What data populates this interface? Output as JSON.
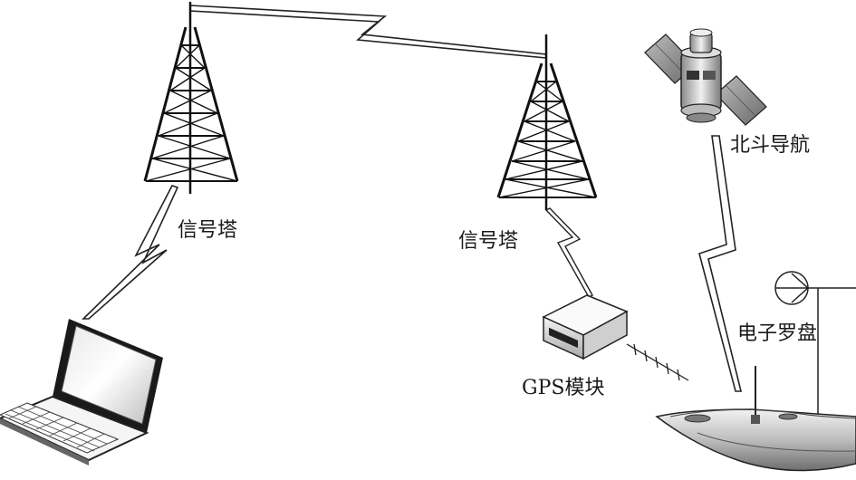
{
  "labels": {
    "tower_left": "信号塔",
    "tower_right": "信号塔",
    "beidou": "北斗导航",
    "compass": "电子罗盘",
    "gps_module": "GPS模块"
  },
  "icons": [
    "laptop-icon",
    "signal-tower-icon",
    "signal-tower-icon",
    "satellite-icon",
    "gps-module-icon",
    "compass-icon",
    "boat-icon"
  ]
}
